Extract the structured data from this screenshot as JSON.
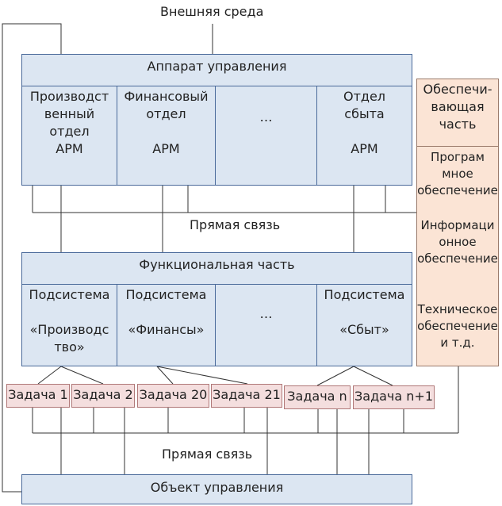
{
  "external_env": "Внешняя среда",
  "apparatus": {
    "title": "Аппарат управления",
    "cells": [
      "Производст\nвенный\nотдел\nАРМ",
      "Финансовый\nотдел\n\nАРМ",
      "…",
      "Отдел\nсбыта\n\nАРМ"
    ]
  },
  "direct_link_top": "Прямая связь",
  "functional": {
    "title": "Функциональная часть",
    "cells": [
      "Подсистема\n\n«Производс\nтво»",
      "Подсистема\n\n«Финансы»",
      "…",
      "Подсистема\n\n«Сбыт»"
    ]
  },
  "support": {
    "header": "Обеспечи-\nвающая\nчасть",
    "items": [
      "Програм\nмное\nобеспечение",
      "Информаци\nонное\nобеспечение",
      "Техническое\nобеспечение\nи т.д."
    ]
  },
  "tasks": [
    "Задача 1",
    "Задача 2",
    "Задача 20",
    "Задача 21",
    "Задача n",
    "Задача n+1"
  ],
  "direct_link_bottom": "Прямая связь",
  "object": "Объект управления"
}
